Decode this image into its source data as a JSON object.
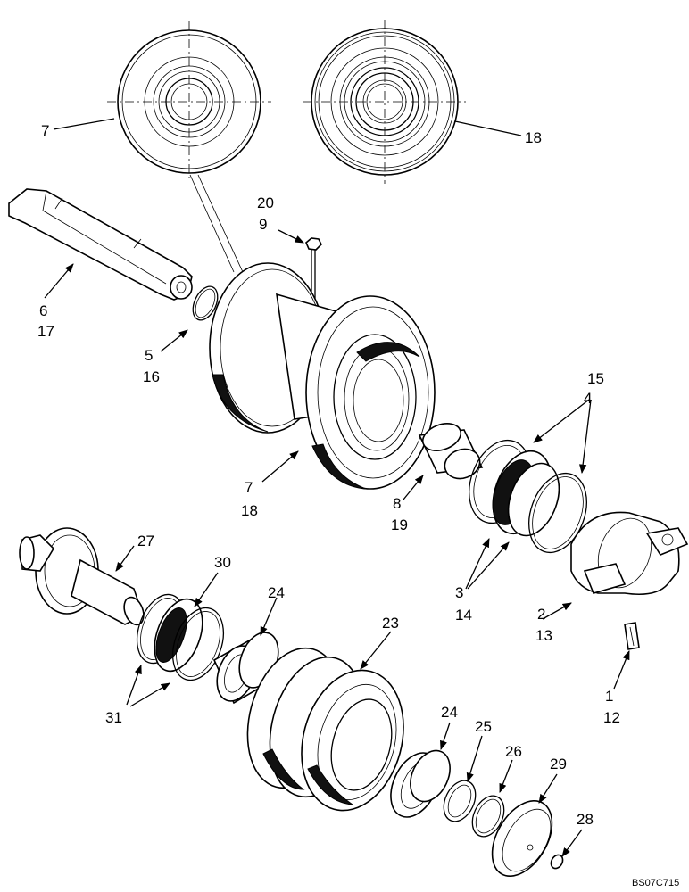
{
  "diagram": {
    "code": "BS07C715",
    "labels": {
      "l7_top": "7",
      "l18_top": "18",
      "l20": "20",
      "l9": "9",
      "l6": "6",
      "l17": "17",
      "l5": "5",
      "l16": "16",
      "l15": "15",
      "l4": "4",
      "l7_mid": "7",
      "l18_mid": "18",
      "l8": "8",
      "l19": "19",
      "l27": "27",
      "l30": "30",
      "l24_a": "24",
      "l23": "23",
      "l3": "3",
      "l14": "14",
      "l2": "2",
      "l13": "13",
      "l1": "1",
      "l12": "12",
      "l31": "31",
      "l24_b": "24",
      "l25": "25",
      "l26": "26",
      "l29": "29",
      "l28": "28"
    }
  }
}
